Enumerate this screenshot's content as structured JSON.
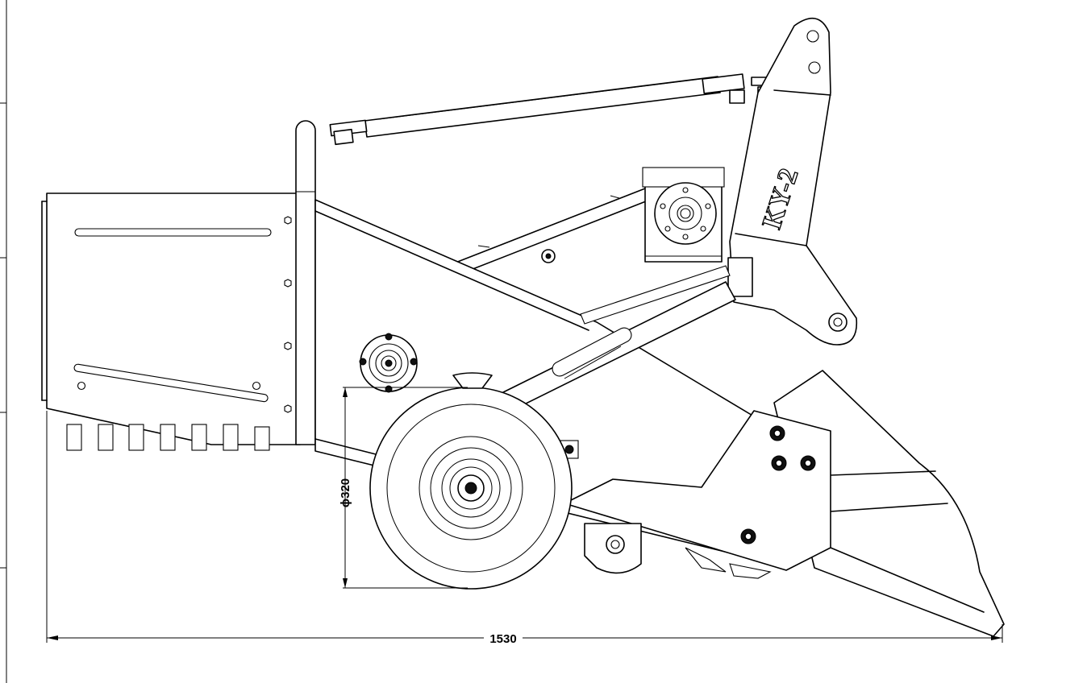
{
  "dimensions": {
    "overall_length": "1530",
    "wheel_diameter_symbol": "ϕ",
    "wheel_diameter": "320"
  },
  "frame_marking": "KY-2"
}
